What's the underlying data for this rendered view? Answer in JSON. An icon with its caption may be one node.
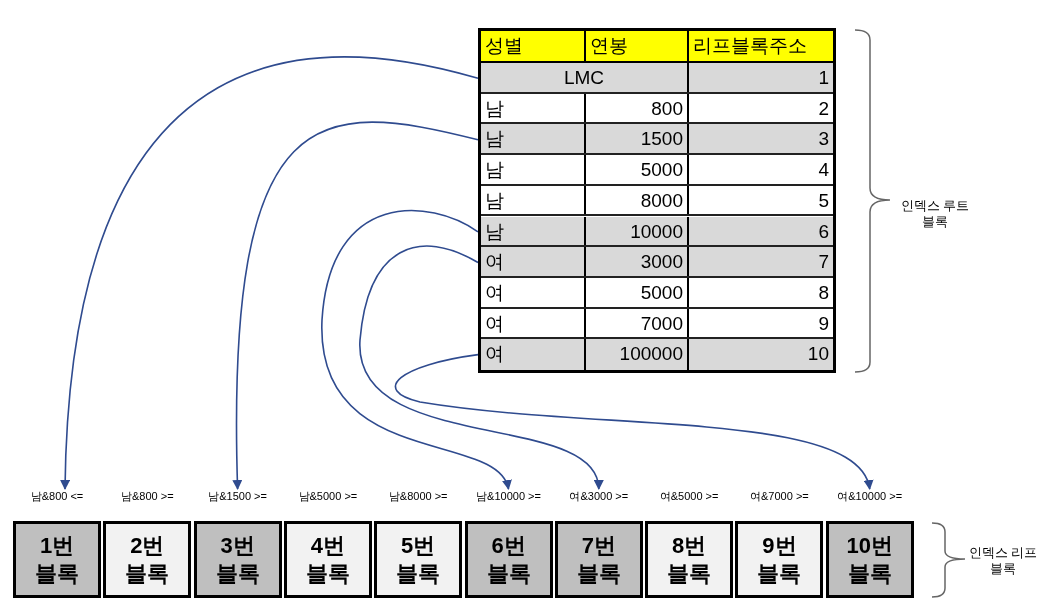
{
  "diagram": {
    "nodes": [
      {
        "text": [
          "성별",
          "연봉",
          "리프블록주소"
        ]
      },
      {
        "text": [
          "LMC",
          "1"
        ],
        "in": 0
      },
      {
        "text": [
          "남",
          "800",
          "2"
        ],
        "in": 0
      },
      {
        "text": [
          "남",
          "1500",
          "3"
        ],
        "in": 0
      },
      {
        "text": [
          "남",
          "5000",
          "4"
        ],
        "in": 0
      },
      {
        "text": [
          "남",
          "8000",
          "5"
        ],
        "in": 0
      },
      {
        "text": [
          "남",
          "10000",
          "6"
        ],
        "in": 0
      },
      {
        "text": [
          "여",
          "3000",
          "7"
        ],
        "in": 0
      },
      {
        "text": [
          "여",
          "5000",
          "8"
        ],
        "in": 0
      },
      {
        "text": [
          "여",
          "7000",
          "9"
        ],
        "in": 0
      },
      {
        "text": [
          "여",
          "100000",
          "10"
        ],
        "in": 0
      },
      {
        "text": [
          "1번 블록"
        ],
        "beside": [
          "남&800 <="
        ]
      },
      {
        "text": [
          "2번 블록"
        ],
        "beside": [
          "남&800 >="
        ]
      },
      {
        "text": [
          "3번 블록"
        ],
        "beside": [
          "남&1500 >="
        ]
      },
      {
        "text": [
          "4번 블록"
        ],
        "beside": [
          "남&5000 >="
        ]
      },
      {
        "text": [
          "5번 블록"
        ],
        "beside": [
          "남&8000 >="
        ]
      },
      {
        "text": [
          "6번 블록"
        ],
        "beside": [
          "남&10000 >="
        ]
      },
      {
        "text": [
          "7번 블록"
        ],
        "beside": [
          "여&3000 >="
        ]
      },
      {
        "text": [
          "8번 블록"
        ],
        "beside": [
          "여&5000 >="
        ]
      },
      {
        "text": [
          "9번 블록"
        ],
        "beside": [
          "여&7000 >="
        ]
      },
      {
        "text": [
          "10번 블록"
        ],
        "beside": [
          "여&10000 >="
        ]
      }
    ],
    "edges": [
      {
        "from": 1,
        "to": 11,
        "arrow": "to"
      },
      {
        "from": 3,
        "to": 13,
        "arrow": "to"
      },
      {
        "from": 6,
        "to": 16,
        "arrow": "to"
      },
      {
        "from": 7,
        "to": 17,
        "arrow": "to"
      },
      {
        "from": 10,
        "to": 20,
        "arrow": "to"
      }
    ],
    "labels": [
      "인덱스 루트 블록",
      "인덱스 리프 블록"
    ]
  }
}
